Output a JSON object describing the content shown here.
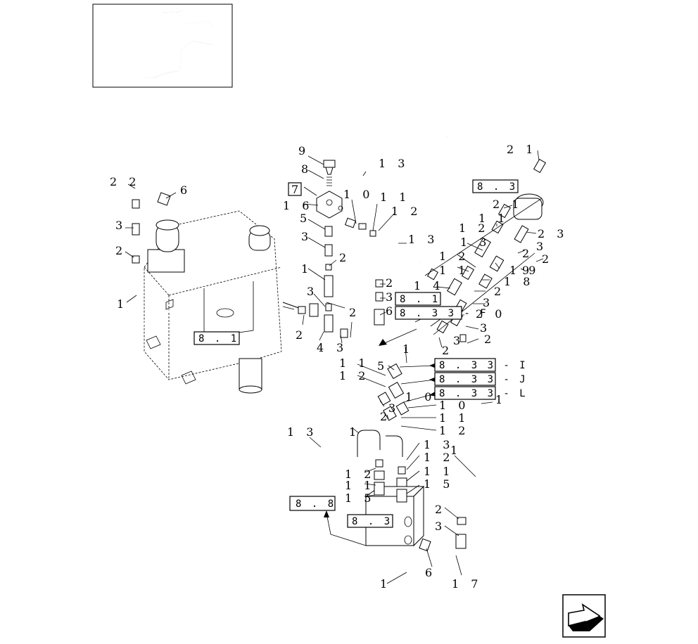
{
  "labels": {
    "l9": "9",
    "l8": "8",
    "l7": "7",
    "l16": "1 6",
    "l5": "5",
    "l3a": "3",
    "l2a": "2",
    "l1a": "1",
    "l3b": "3",
    "l2b": "2",
    "l4": "4",
    "l3c": "3",
    "l2c": "2",
    "l22": "2 2",
    "l6a": "6",
    "l3d": "3",
    "l2d": "2",
    "l1b": "1",
    "l10a": "1 0",
    "l11a": "1 1",
    "l12a": "1 2",
    "l13a": "1 3",
    "l13b": "1 3",
    "l21a": "2 1",
    "l21b": "2 1",
    "l11b": "1 1",
    "l12b": "1 2",
    "l23": "2 3",
    "l2e": "2",
    "l3e": "3",
    "l13c": "1 3",
    "l12c": "1 2",
    "l11c": "1 1",
    "l19": "1 9",
    "l2f": "2",
    "l9b": "9",
    "l2g": "2",
    "l18": "1 8",
    "l14": "1 4",
    "l2h": "2",
    "l3f": "3",
    "l6b": "6",
    "l20": "2 0",
    "l3g": "3",
    "l3h": "3",
    "l2i": "2",
    "l3i": "3",
    "l2j": "2",
    "l1c": "1",
    "l11d": "1 1",
    "l12d": "1 2",
    "l5b": "5",
    "l2k": "2",
    "l3j": "3",
    "l10b": "1 0",
    "l11e": "1 1",
    "l12e": "1 2",
    "l1d": "1",
    "l13d": "1 3",
    "l1e": "1",
    "l13e": "1 3",
    "l12f": "1 2",
    "l11f": "1 1",
    "l15a": "1 5",
    "l12g": "1 2",
    "l11g": "1 1",
    "l15b": "1 5",
    "l1f": "1",
    "l2l": "2",
    "l3k": "3",
    "l6c": "6",
    "l17": "1 7",
    "l1g": "1",
    "l10c": "1 0"
  },
  "refs": {
    "r83a": "8 . 3",
    "r81a": "8 . 1",
    "r81b": "8 . 1",
    "r833f": "8 . 3 3 - F",
    "r833i": "8 . 3 3 - I",
    "r833j": "8 . 3 3 - J",
    "r833l": "8 . 3 3 - L",
    "r88": "8 . 8",
    "r83b": "8 . 3"
  }
}
